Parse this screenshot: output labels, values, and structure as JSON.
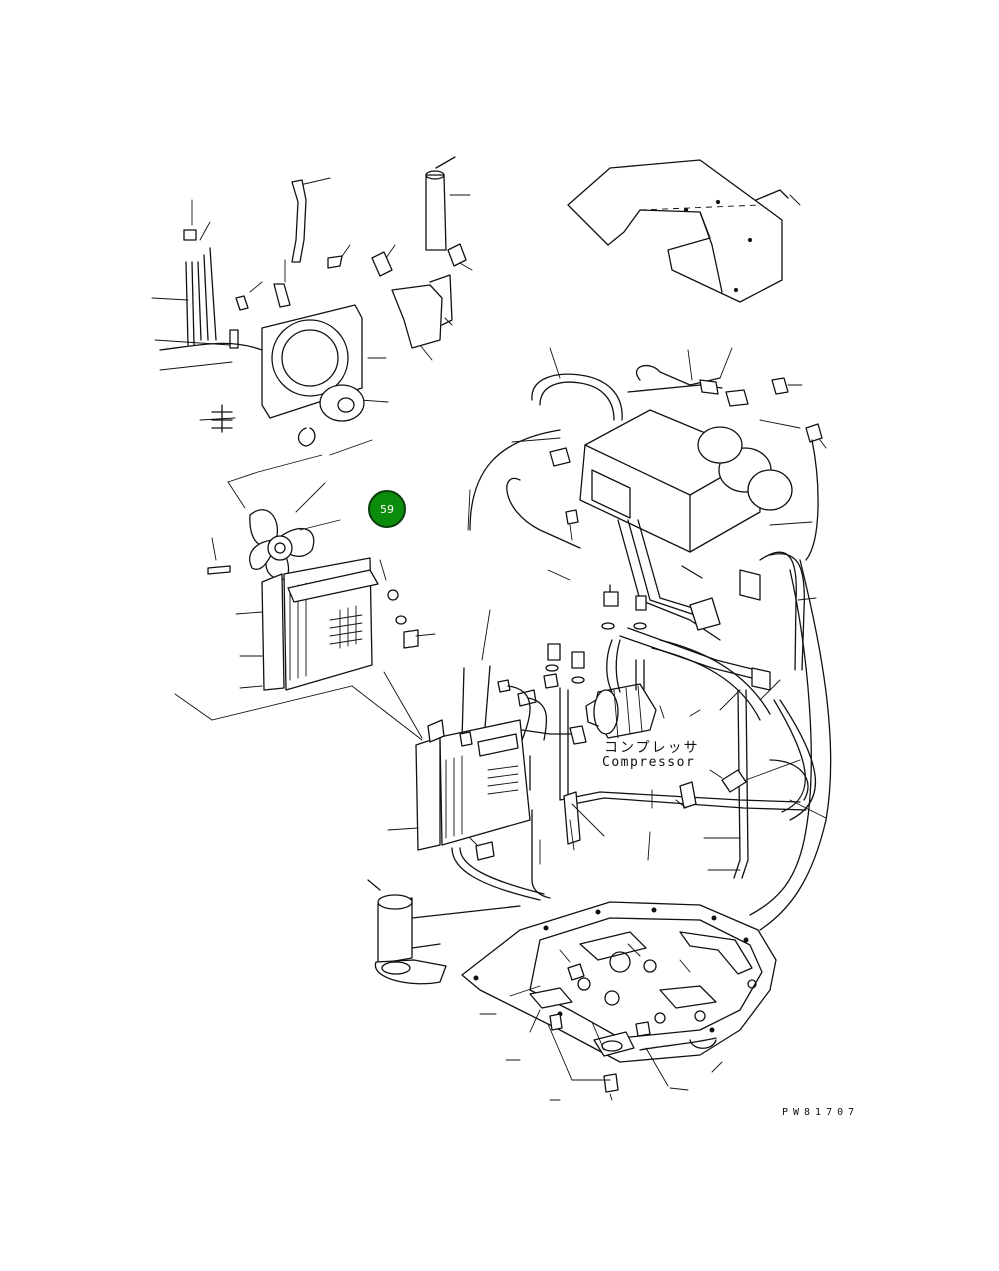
{
  "callout_badge": {
    "number": "59",
    "color": "#0c8c0c"
  },
  "labels": {
    "compressor_jp": "コンプレッサ",
    "compressor_en": "Compressor",
    "figure_code": "PW81707"
  }
}
